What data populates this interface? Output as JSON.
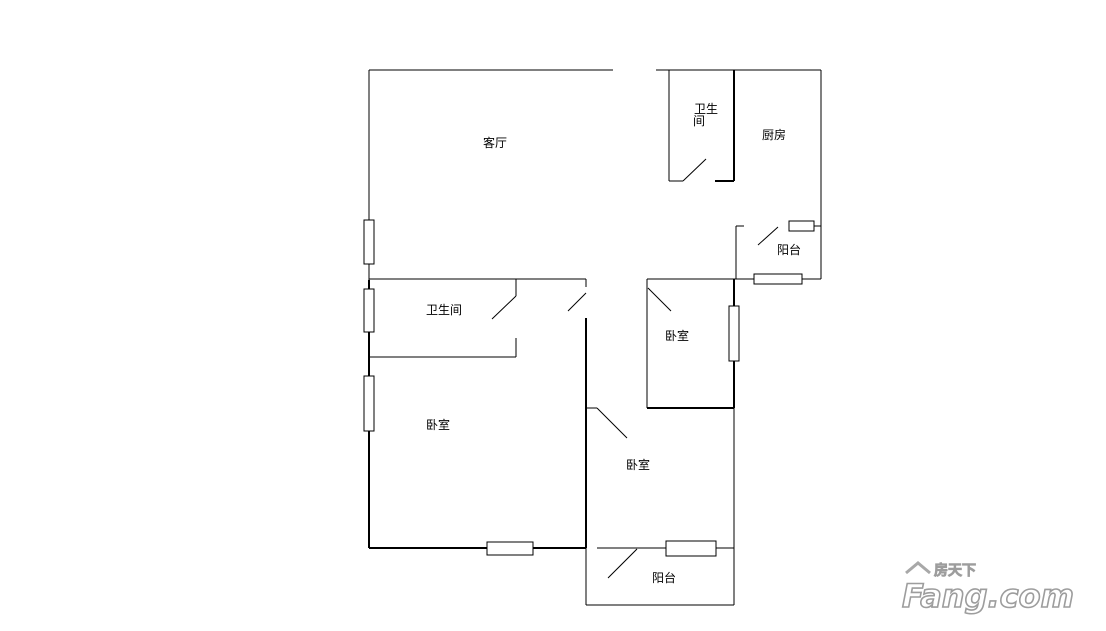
{
  "rooms": {
    "living_room": "客厅",
    "bathroom_top_line1": "卫生",
    "bathroom_top_line2": "间",
    "kitchen": "厨房",
    "balcony_right": "阳台",
    "bathroom_left": "卫生间",
    "bedroom_small": "卧室",
    "bedroom_left": "卧室",
    "bedroom_middle": "卧室",
    "balcony_bottom": "阳台"
  },
  "watermark": {
    "brand_cn": "房天下",
    "brand_en": "Fang.com"
  }
}
